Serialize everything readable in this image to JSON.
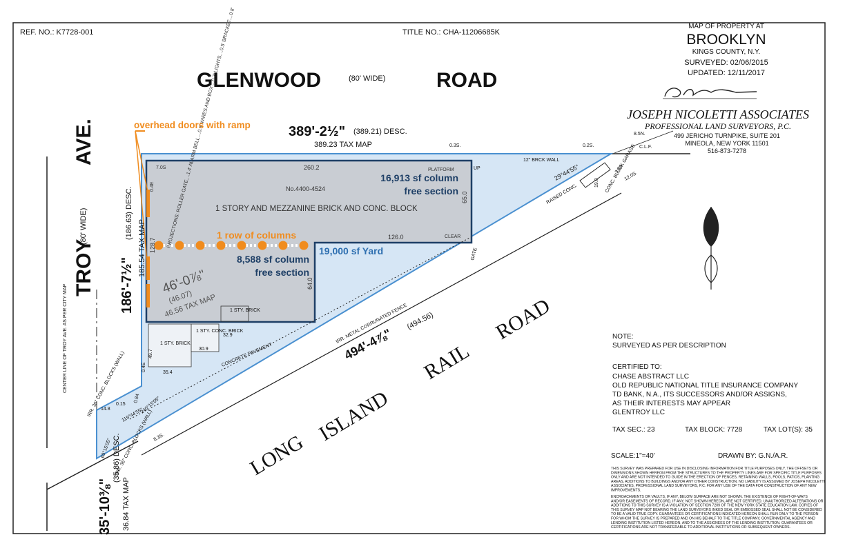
{
  "header": {
    "ref_no": "REF. NO.: K7728-001",
    "title_no": "TITLE NO.: CHA-11206685K"
  },
  "title_block": {
    "map_of": "MAP OF PROPERTY AT",
    "place": "BROOKLYN",
    "county": "KINGS COUNTY, N.Y.",
    "surveyed": "SURVEYED: 02/06/2015",
    "updated": "UPDATED: 12/11/2017",
    "firm": "JOSEPH NICOLETTI ASSOCIATES",
    "firm_sub": "PROFESSIONAL LAND SURVEYORS, P.C.",
    "address1": "499 JERICHO TURNPIKE, SUITE 201",
    "address2": "MINEOLA, NEW YORK 11501",
    "phone": "516-873-7278"
  },
  "streets": {
    "glenwood": "GLENWOOD",
    "road": "ROAD",
    "glenwood_width": "(80' WIDE)",
    "troy": "TROY",
    "ave": "AVE.",
    "troy_width": "(80' WIDE)",
    "lirr_long": "LONG",
    "lirr_island": "ISLAND",
    "lirr_rail": "RAIL",
    "lirr_road": "ROAD"
  },
  "dimensions": {
    "north_main": "389'-2½\"",
    "north_desc": "(389.21) DESC.",
    "north_tax": "389.23 TAX MAP",
    "west_main": "186'-7½\"",
    "west_desc": "(186.63) DESC.",
    "west_tax": "185.54 TAX MAP",
    "inner_main": "46'-0⅞\"",
    "inner_desc": "(46.07)",
    "inner_tax": "46.56 TAX MAP",
    "diag_main": "494'-4⅞\"",
    "diag_desc": "(494.56)",
    "sw_main": "35'-10⅜\"",
    "sw_desc": "(35.86) DESC.",
    "sw_tax": "36.84 TAX MAP"
  },
  "building": {
    "number": "No.4400-4524",
    "description": "1 STORY AND MEZZANINE BRICK AND CONC. BLOCK",
    "dim_260": "260.2",
    "dim_126": "126.0",
    "dim_65": "65.0",
    "dim_64": "64.0",
    "dim_287": "128.7",
    "platform": "PLATFORM",
    "clear": "CLEAR",
    "up": "UP",
    "projections": "PROJECTIONS: ROLLER GATE....1.4' ALARM BELL....0.8' WIRES AND BOX....0.7' LIGHTS....0.5' BRACKET....0.8'",
    "one_sty_brick": "1 STY. BRICK",
    "one_sty_brick2": "1 STY. BRICK",
    "one_sty_conc": "1 STY. CONC. BRICK",
    "dim_354": "35.4",
    "dim_309": "30.9",
    "dim_329": "32.9",
    "dim_497": "49.7",
    "dim_04e": "0.4E",
    "dim_04e2": "0.4E",
    "dim_70s": "7.0S"
  },
  "annotations": {
    "overhead_doors": "overhead doors with ramp",
    "column_row": "1 row of columns",
    "section_north_1": "16,913 sf column",
    "section_north_2": "free section",
    "section_south_1": "8,588 sf column",
    "section_south_2": "free section",
    "yard": "19,000 sf Yard"
  },
  "site_labels": {
    "brick_wall": "12\" BRCK WALL",
    "fence": "IRR. METAL CORRUGATED FENCE",
    "pavement": "CONCRETE PAVEMENT",
    "raised_conc": "RAISED CONC.",
    "garage": "CONC. BLOCK GARAGE",
    "angle": "29°44'55\"",
    "ne_85n": "8.5N.",
    "ne_clf": "C.L.F.",
    "ne_02s": "0.2S.",
    "ne_03s": "0.3S.",
    "ne_384": "3.84",
    "ne_120s": "12.0S.",
    "ne_19": "19.0",
    "centerline": "CENTER LINE OF TROY AVE. AS PER CITY MAP",
    "conc_block_wall": "IRR. 36\" CONC. BLOCKS (WALL)",
    "conc_block_wall2": "IRR. 36\" CONC. BLOCKS (WALL)",
    "gate": "GATE",
    "angle_sw1": "240°15'05\"",
    "angle_sw2": "119°44'55\"",
    "angle_sw3": "60°15'05\"",
    "dim_148": "14.8",
    "dim_015": "0.15",
    "dim_084": "0.84",
    "dim_83s": "8.3S."
  },
  "notes": {
    "note_label": "NOTE:",
    "note_text": "SURVEYED AS PER DESCRIPTION",
    "certified_label": "CERTIFIED TO:",
    "certified": [
      "CHASE ABSTRACT LLC",
      "OLD REPUBLIC NATIONAL TITLE INSURANCE COMPANY",
      "TD BANK, N.A., ITS SUCCESSORS AND/OR ASSIGNS,",
      "AS THEIR INTERESTS MAY APPEAR",
      "GLENTROY LLC"
    ],
    "tax_sec": "TAX SEC.: 23",
    "tax_block": "TAX BLOCK: 7728",
    "tax_lot": "TAX LOT(S): 35",
    "scale": "SCALE:1\"=40'",
    "drawn_by": "DRAWN BY: G.N./A.R.",
    "disclaimer1": [
      "THIS SURVEY WAS PREPARED FOR USE IN DISCLOSING INFORMATION FOR TITLE PURPOSES ONLY. THE OFFSETS OR",
      "DIMENSIONS SHOWN HEREON FROM THE STRUCTURES TO THE PROPERTY LINES ARE FOR SPECIFIC TITLE PURPOSES",
      "ONLY AND ARE NOT INTENDED TO GUIDE IN THE ERECTION OF FENCES, RETAINING WALLS, POOLS, PATIOS, PLANTING",
      "AREAS, ADDITIONS TO BUILDINGS AND/OR ANY OTHER CONSTRUCTION. NO LIABILITY IS ASSUMED BY JOSEPH NICOLETTI",
      "ASSOCIATES, PROFESSIONAL LAND SURVEYORS, P.C. FOR ANY USE OF THE DATA FOR CONSTRUCTION OF ANY NEW",
      "IMPROVEMENTS."
    ],
    "disclaimer2": [
      "ENCROACHMENTS OR VAULTS, IF ANY, BELOW SURFACE ARE NOT SHOWN. THE EXISTENCE OF RIGHT-OF-WAYS",
      "AND/OR EASEMENTS OF RECORD, IF ANY, NOT SHOWN HEREON, ARE NOT CERTIFIED. UNAUTHORIZED ALTERATIONS OR",
      "ADDITIONS TO THIS SURVEY IS A VIOLATION OF SECTION 7209 OF THE NEW YORK STATE EDUCATION LAW. COPIES OF",
      "THIS SURVEY MAP NOT BEARING THE LAND SURVEYORS INKED SEAL OR EMBOSSED SEAL SHALL NOT BE CONSIDERED",
      "TO BE A VALID TRUE COPY. GUARANTEES OR CERTIFICATIONS INDICATED HEREON SHALL RUN ONLY TO THE PERSON",
      "FOR WHOM THE SURVEY IS PREPARED AND ON HIS BEHALF TO THE TITLE COMPANY, GOVERNMENTAL AGENCY AND",
      "LENDING INSTITUTION LISTED HEREON, AND TO THE ASSIGNEES OF THE LENDING INSTITUTION. GUARANTEES OR",
      "CERTIFICATIONS ARE NOT TRANSFERABLE TO ADDITIONAL INSTITUTIONS OR SUBSEQUENT OWNERS."
    ]
  },
  "colors": {
    "orange": "#f08c1e",
    "yard_fill": "#d6e6f5",
    "yard_stroke": "#4a90d0",
    "building_fill": "#c9cdd3",
    "building_stroke": "#1e3f66"
  }
}
